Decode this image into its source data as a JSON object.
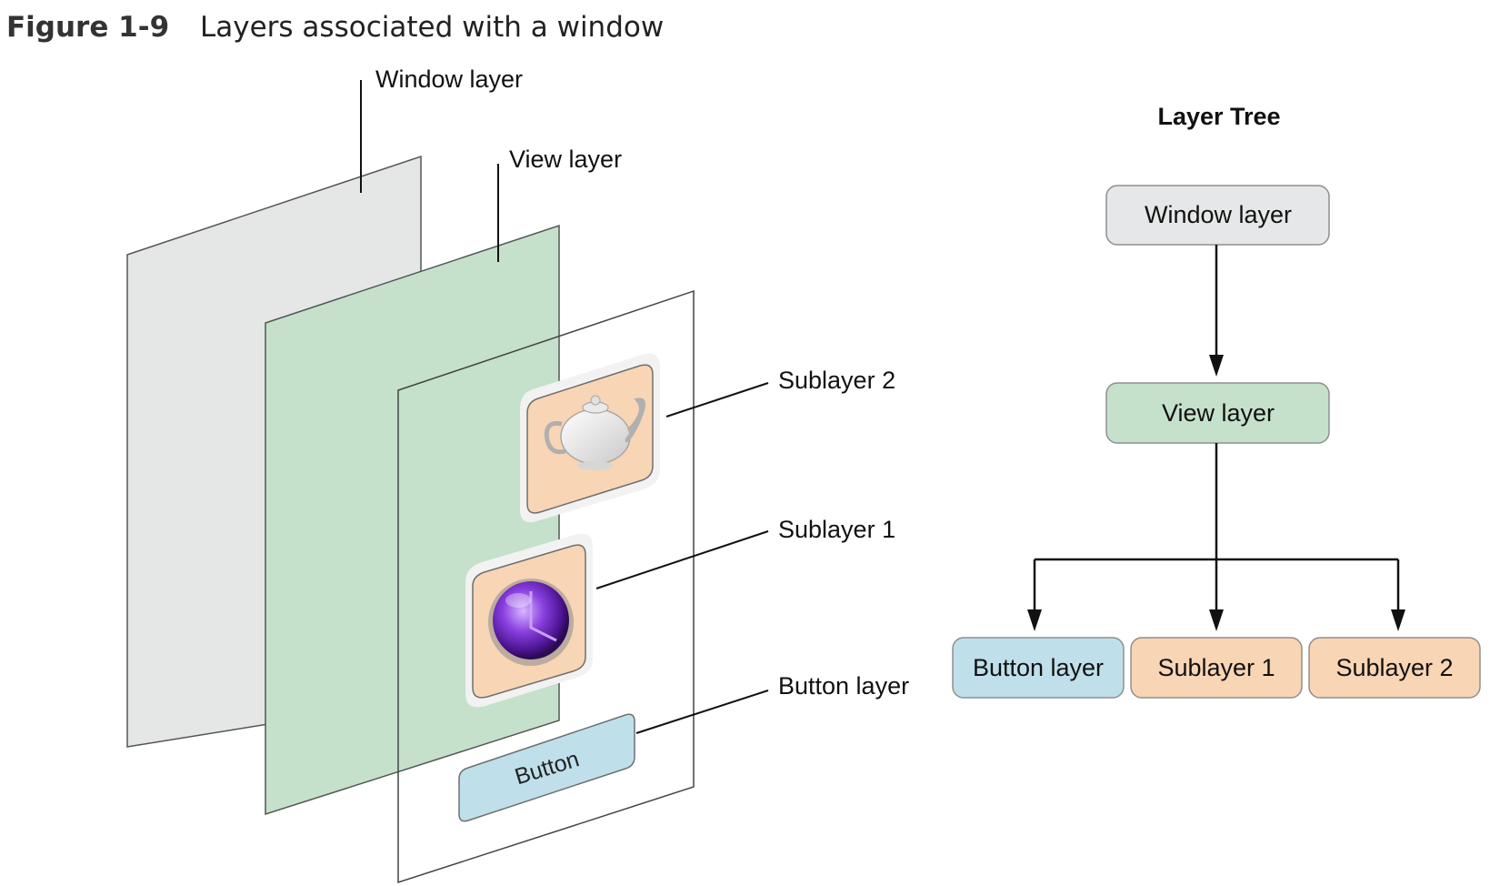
{
  "figure": {
    "number": "Figure 1-9",
    "title": "Layers associated with a window"
  },
  "layer_stack": {
    "labels": {
      "window_layer": "Window layer",
      "view_layer": "View layer",
      "sublayer_2": "Sublayer 2",
      "sublayer_1": "Sublayer 1",
      "button_layer": "Button layer"
    },
    "button_text": "Button",
    "colors": {
      "window": "#e5e7e6",
      "view": "#c5e1cb",
      "sublayer": "#f8d5b4",
      "button": "#bfe0ea",
      "stroke": "#555555"
    }
  },
  "layer_tree": {
    "title": "Layer Tree",
    "nodes": {
      "window": "Window layer",
      "view": "View layer",
      "button": "Button layer",
      "sublayer_1": "Sublayer 1",
      "sublayer_2": "Sublayer 2"
    },
    "colors": {
      "window": "#e6e7e8",
      "view": "#c5e1cb",
      "button": "#bfe0ea",
      "sublayer": "#f8d5b4",
      "border": "#8f8f8f"
    }
  }
}
